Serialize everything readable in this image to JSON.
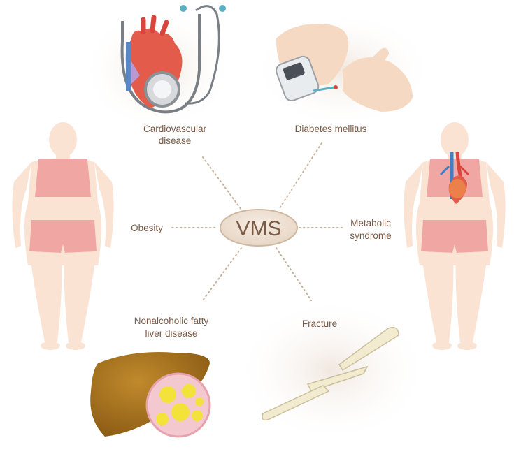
{
  "diagram": {
    "center_label": "VMS",
    "conditions": [
      {
        "id": "cardiovascular",
        "lines": [
          "Cardiovascular",
          "disease"
        ]
      },
      {
        "id": "diabetes",
        "lines": [
          "Diabetes mellitus"
        ]
      },
      {
        "id": "obesity",
        "lines": [
          "Obesity"
        ]
      },
      {
        "id": "metabolic",
        "lines": [
          "Metabolic",
          "syndrome"
        ]
      },
      {
        "id": "nafld",
        "lines": [
          "Nonalcoholic fatty",
          "liver disease"
        ]
      },
      {
        "id": "fracture",
        "lines": [
          "Fracture"
        ]
      }
    ]
  },
  "colors": {
    "text": "#7a5a45",
    "connector": "#c9b29c",
    "skin": "#fbe3d3",
    "clothing": "#f0a7a3",
    "liver": "#a9741f",
    "fat": "#f3e23a",
    "heart": "#e35b4b",
    "bone": "#f3ebcf"
  }
}
